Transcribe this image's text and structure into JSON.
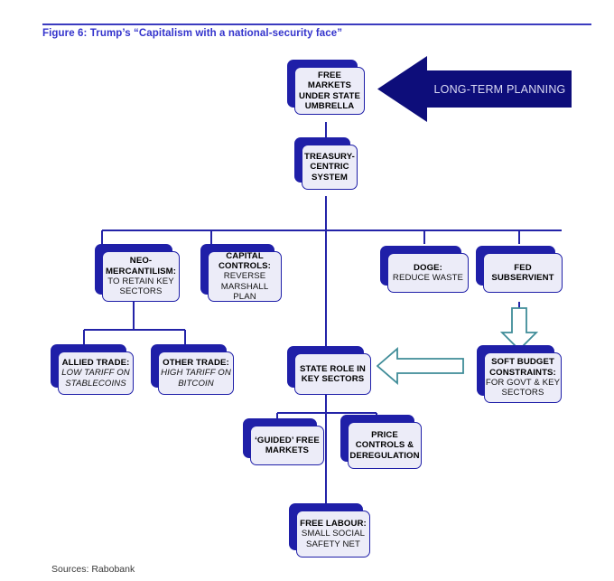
{
  "figure": {
    "title": "Figure 6: Trump’s “Capitalism with a national-security face”",
    "source": "Sources: Rabobank",
    "title_color": "#3333cc",
    "rule_color": "#3b3bbf"
  },
  "palette": {
    "box_shadow": "#1f1fa8",
    "box_fill": "#ececf8",
    "box_border": "#1f1fa8",
    "connector": "#2323a8",
    "banner_fill": "#0d0d7a",
    "banner_text": "#dcdcf5",
    "hollow_arrow_stroke": "#3f8c98",
    "hollow_arrow_fill": "#ffffff"
  },
  "banner": {
    "label": "LONG-TERM PLANNING",
    "direction": "left"
  },
  "hollow_arrows": [
    {
      "name": "fed-to-soft-budget-arrow",
      "direction": "down"
    },
    {
      "name": "soft-budget-to-state-role-arrow",
      "direction": "left"
    }
  ],
  "nodes": [
    {
      "id": "free-markets",
      "title": "FREE MARKETS",
      "lines": [
        "UNDER STATE",
        "UMBRELLA"
      ],
      "style": "bold"
    },
    {
      "id": "treasury-centric",
      "title": "TREASURY-",
      "lines": [
        "CENTRIC",
        "SYSTEM"
      ],
      "style": "bold"
    },
    {
      "id": "neo-mercantilism",
      "title": "NEO-",
      "subtitle": "MERCANTILISM:",
      "lines": [
        "TO RETAIN KEY",
        "SECTORS"
      ],
      "style": "bold-plain"
    },
    {
      "id": "capital-controls",
      "title": "CAPITAL",
      "subtitle": "CONTROLS:",
      "lines": [
        "REVERSE",
        "MARSHALL PLAN"
      ],
      "style": "bold-plain"
    },
    {
      "id": "doge",
      "title": "DOGE:",
      "lines": [
        "REDUCE WASTE"
      ],
      "style": "bold-plain"
    },
    {
      "id": "fed-subservient",
      "title": "FED",
      "subtitle": "SUBSERVIENT",
      "lines": [],
      "style": "bold"
    },
    {
      "id": "allied-trade",
      "title": "ALLIED TRADE:",
      "lines": [
        "LOW TARIFF ON",
        "STABLECOINS"
      ],
      "style": "bold-italic"
    },
    {
      "id": "other-trade",
      "title": "OTHER TRADE:",
      "lines": [
        "HIGH TARIFF ON",
        "BITCOIN"
      ],
      "style": "bold-italic"
    },
    {
      "id": "state-role",
      "title": "STATE ROLE IN",
      "subtitle": "KEY SECTORS",
      "lines": [],
      "style": "bold"
    },
    {
      "id": "soft-budget",
      "title": "SOFT BUDGET",
      "subtitle": "CONSTRAINTS:",
      "lines": [
        "FOR GOVT & KEY",
        "SECTORS"
      ],
      "style": "bold-plain"
    },
    {
      "id": "guided-free-markets",
      "title": "‘GUIDED’ FREE",
      "subtitle": "MARKETS",
      "lines": [],
      "style": "bold"
    },
    {
      "id": "price-controls",
      "title": "PRICE",
      "subtitle": "CONTROLS &",
      "extra": "DEREGULATION",
      "lines": [],
      "style": "bold"
    },
    {
      "id": "free-labour",
      "title": "FREE LABOUR:",
      "lines": [
        "SMALL SOCIAL",
        "SAFETY NET"
      ],
      "style": "bold-plain"
    }
  ],
  "text": {
    "free_markets_l1": "FREE MARKETS",
    "free_markets_l2": "UNDER STATE",
    "free_markets_l3": "UMBRELLA",
    "treasury_l1": "TREASURY-",
    "treasury_l2": "CENTRIC",
    "treasury_l3": "SYSTEM",
    "neo_l1": "NEO-",
    "neo_l2": "MERCANTILISM:",
    "neo_l3": "TO RETAIN KEY",
    "neo_l4": "SECTORS",
    "capital_l1": "CAPITAL",
    "capital_l2": "CONTROLS:",
    "capital_l3": "REVERSE",
    "capital_l4": "MARSHALL PLAN",
    "doge_l1": "DOGE:",
    "doge_l2": "REDUCE WASTE",
    "fed_l1": "FED",
    "fed_l2": "SUBSERVIENT",
    "allied_l1": "ALLIED TRADE:",
    "allied_l2": "LOW TARIFF ON",
    "allied_l3": "STABLECOINS",
    "other_l1": "OTHER TRADE:",
    "other_l2": "HIGH TARIFF ON",
    "other_l3": "BITCOIN",
    "state_l1": "STATE ROLE IN",
    "state_l2": "KEY SECTORS",
    "soft_l1": "SOFT BUDGET",
    "soft_l2": "CONSTRAINTS:",
    "soft_l3": "FOR GOVT & KEY",
    "soft_l4": "SECTORS",
    "guided_l1": "‘GUIDED’ FREE",
    "guided_l2": "MARKETS",
    "price_l1": "PRICE",
    "price_l2": "CONTROLS &",
    "price_l3": "DEREGULATION",
    "labour_l1": "FREE LABOUR:",
    "labour_l2": "SMALL SOCIAL",
    "labour_l3": "SAFETY NET",
    "banner_label": "LONG-TERM PLANNING"
  }
}
